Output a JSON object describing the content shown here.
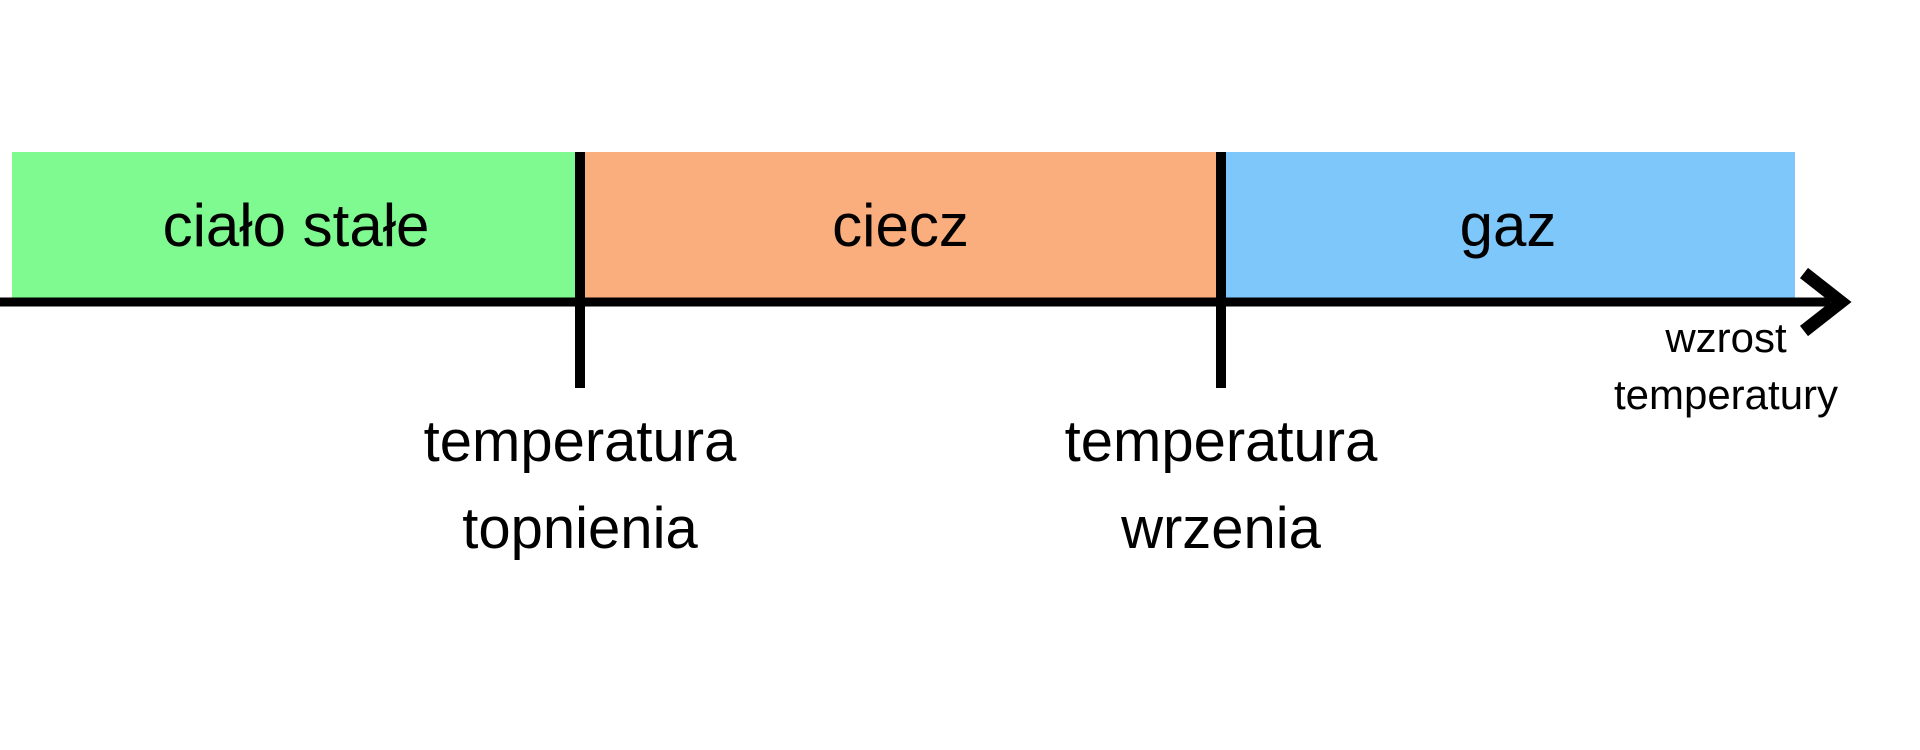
{
  "diagram": {
    "background_color": "#ffffff",
    "ink_color": "#000000",
    "segments": [
      {
        "name": "solid",
        "label": "ciało stałe",
        "color": "#7efa90"
      },
      {
        "name": "liquid",
        "label": "ciecz",
        "color": "#fbae7d"
      },
      {
        "name": "gas",
        "label": "gaz",
        "color": "#7ec7fa"
      }
    ],
    "thresholds": [
      {
        "name": "melting-point",
        "label": "temperatura topnienia"
      },
      {
        "name": "boiling-point",
        "label": "temperatura wrzenia"
      }
    ],
    "axis": {
      "label": "wzrost temperatury",
      "direction": "right"
    }
  }
}
